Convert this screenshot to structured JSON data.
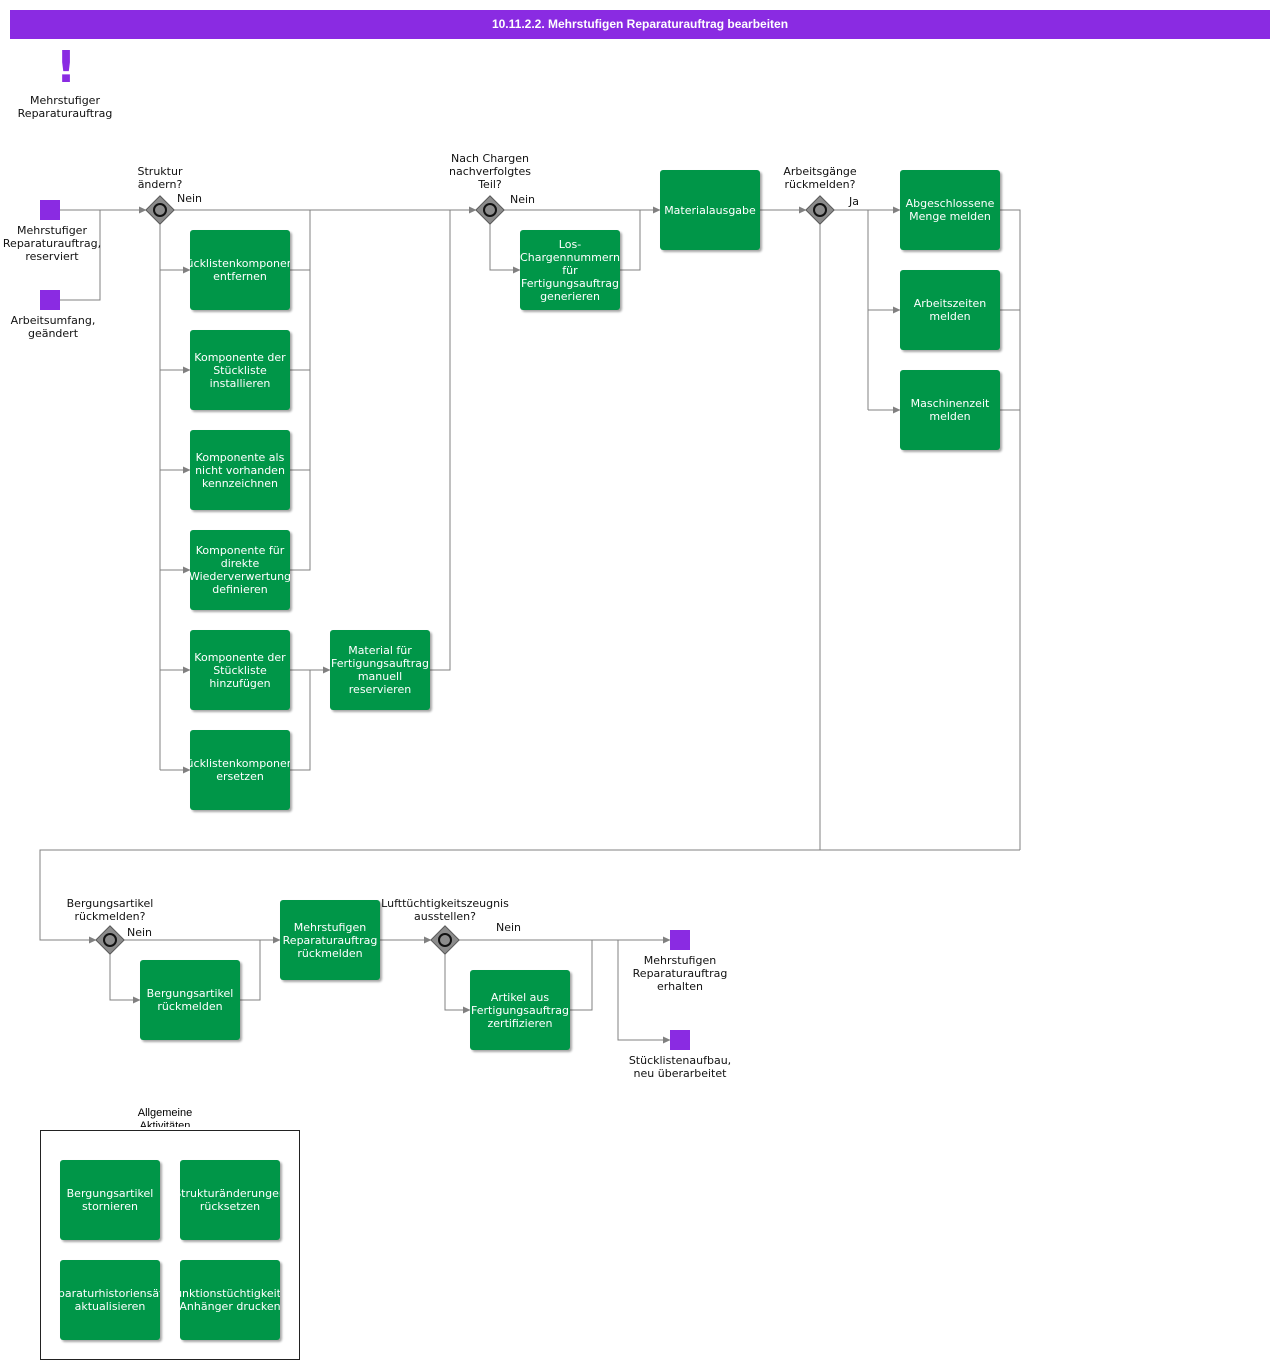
{
  "title": "10.11.2.2. Mehrstufigen Reparaturauftrag bearbeiten",
  "colors": {
    "header": "#8a2be2",
    "task": "#009648",
    "event": "#8a2be2",
    "gateway": "#8c8c8c",
    "connector": "#808080"
  },
  "trigger": {
    "icon": "exclamation-icon",
    "symbol": "!",
    "label": "Mehrstufiger\nReparaturauftrag"
  },
  "start_events": [
    "Mehrstufiger\nReparaturauftrag,\nreserviert",
    "Arbeitsumfang,\ngeändert"
  ],
  "end_events": [
    "Mehrstufigen\nReparaturauftrag\nerhalten",
    "Stücklistenaufbau,\nneu überarbeitet"
  ],
  "gateways": [
    {
      "question": "Struktur\nändern?",
      "no": "Nein"
    },
    {
      "question": "Nach Chargen\nnachverfolgtes\nTeil?",
      "no": "Nein"
    },
    {
      "question": "Arbeitsgänge\nrückmelden?",
      "yes": "Ja"
    },
    {
      "question": "Bergungsartikel\nrückmelden?",
      "no": "Nein"
    },
    {
      "question": "Lufttüchtigkeitszeugnis\nausstellen?",
      "no": "Nein"
    }
  ],
  "tasks": {
    "remove_component": "Stücklistenkomponente\nentfernen",
    "install_component": "Komponente der\nStückliste\ninstallieren",
    "mark_missing": "Komponente als\nnicht vorhanden\nkennzeichnen",
    "direct_reuse": "Komponente für\ndirekte\nWiederverwertung\ndefinieren",
    "add_component": "Komponente der\nStückliste\nhinzufügen",
    "replace_component": "Stücklistenkomponente\nersetzen",
    "reserve_material": "Material für\nFertigungsauftrag\nmanuell\nreservieren",
    "generate_lot": "Los-\nChargennummern\nfür\nFertigungsauftrag\ngenerieren",
    "material_issue": "Materialausgabe",
    "report_quantity": "Abgeschlossene\nMenge melden",
    "report_hours": "Arbeitszeiten\nmelden",
    "report_machine": "Maschinenzeit\nmelden",
    "report_salvage": "Bergungsartikel\nrückmelden",
    "report_order": "Mehrstufigen\nReparaturauftrag\nrückmelden",
    "certify": "Artikel aus\nFertigungsauftrag\nzertifizieren"
  },
  "general": {
    "title": "Allgemeine\nAktivitäten",
    "tasks": [
      "Bergungsartikel\nstornieren",
      "Strukturänderungen\nrücksetzen",
      "Reparaturhistoriensätze\naktualisieren",
      "Funktionstüchtigkeits-\nAnhänger drucken"
    ]
  }
}
